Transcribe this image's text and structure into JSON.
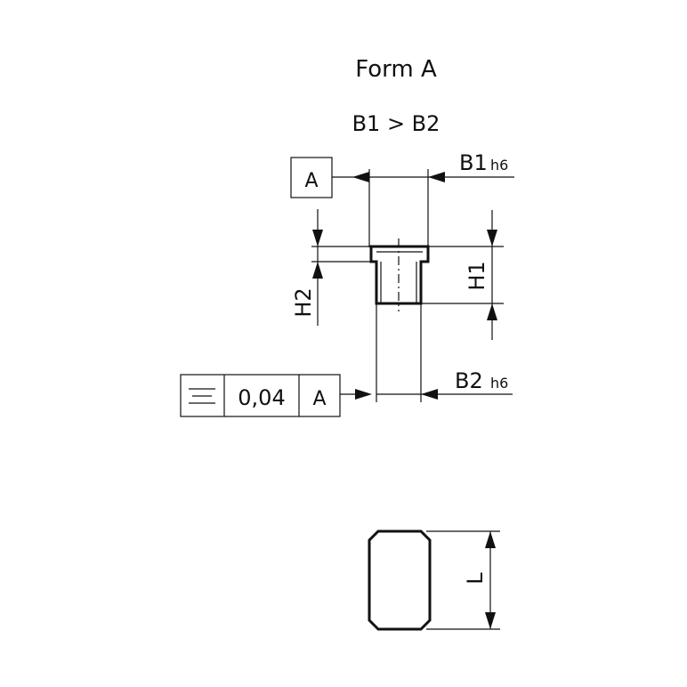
{
  "drawing": {
    "title": "Form A",
    "condition": "B1 > B2",
    "labels": {
      "b1": "B1",
      "b1_tol": "h6",
      "b2": "B2",
      "b2_tol": "h6",
      "h1": "H1",
      "h2": "H2",
      "l": "L"
    },
    "datum_box": "A",
    "feature_control_frame": {
      "tolerance": "0,04",
      "datum": "A"
    }
  },
  "colors": {
    "line": "#111111",
    "background": "#ffffff"
  }
}
